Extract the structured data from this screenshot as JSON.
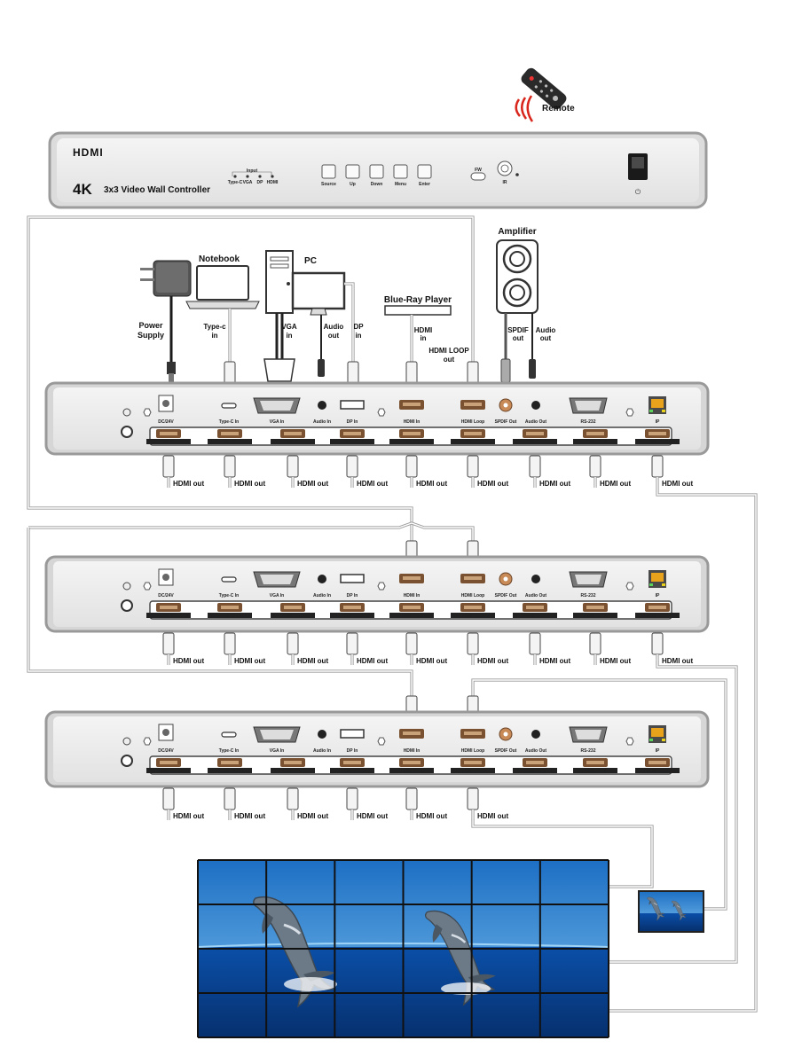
{
  "remote": {
    "label": "Remote"
  },
  "front_panel": {
    "logo": "HDMI",
    "title_4k": "4K",
    "title_rest": "3x3 Video Wall Controller",
    "input_group_label": "Input",
    "input_leds": [
      "Type-C",
      "VGA",
      "DP",
      "HDMI"
    ],
    "buttons": [
      "Source",
      "Up",
      "Down",
      "Menu",
      "Enter"
    ],
    "fw_label": "FW",
    "ir_label": "IR",
    "power_label": "⏻"
  },
  "sources": {
    "power_supply": [
      "Power",
      "Supply"
    ],
    "notebook": "Notebook",
    "pc": "PC",
    "blu_ray": "Blue-Ray Player",
    "amplifier": "Amplifier",
    "type_c_in": [
      "Type-c",
      "in"
    ],
    "vga_in": [
      "VGA",
      "in"
    ],
    "audio_out_pc": [
      "Audio",
      "out"
    ],
    "dp_in": [
      "DP",
      "in"
    ],
    "hdmi_in": [
      "HDMI",
      "in"
    ],
    "hdmi_loop_out": [
      "HDMI LOOP",
      "out"
    ],
    "spdif_out": [
      "SPDIF",
      "out"
    ],
    "audio_out_amp": [
      "Audio",
      "out"
    ]
  },
  "rear_panel": {
    "top_ports": [
      "DC/24V",
      "Type-C In",
      "VGA In",
      "Audio In",
      "DP In",
      "HDMI In",
      "HDMI Loop",
      "SPDIF Out",
      "Audio Out",
      "RS-232",
      "IP"
    ],
    "bottom_ports": [
      "HDMI Out1",
      "HDMI Out2",
      "HDMI Out3",
      "HDMI Out4",
      "HDMI Out5",
      "HDMI Out6",
      "HDMI Out7",
      "HDMI Out8",
      "HDMI Out9"
    ]
  },
  "hdmi_out_label": "HDMI out"
}
